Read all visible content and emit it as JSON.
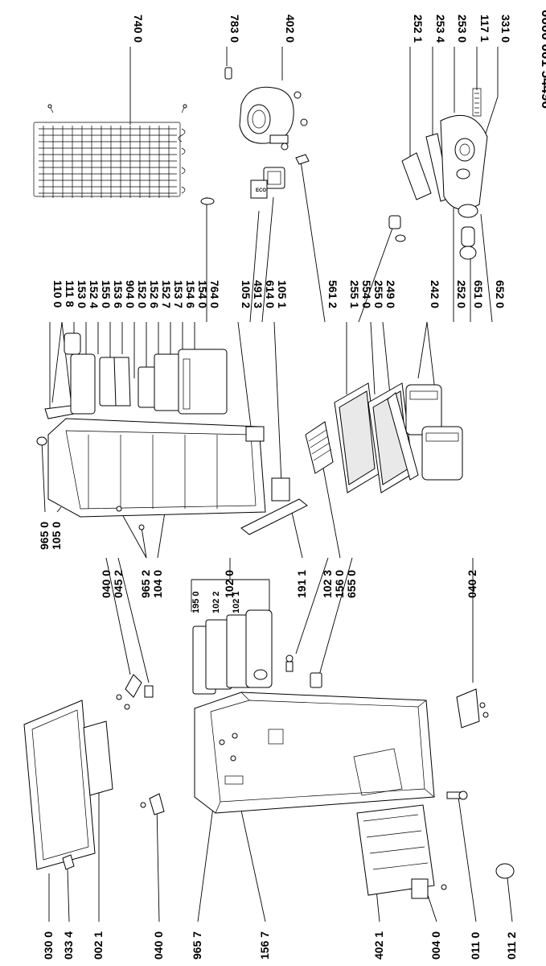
{
  "document_code": "0000 001 54496",
  "labels": {
    "l7400": "740 0",
    "l7830": "783 0",
    "l4020": "402 0",
    "l2521": "252 1",
    "l2534": "253 4",
    "l2530": "253 0",
    "l1171": "117 1",
    "l3310": "331 0",
    "l1100": "110 0",
    "l1118": "111 8",
    "l1530": "153 0",
    "l1524": "152 4",
    "l1550": "155 0",
    "l1536": "153 6",
    "l9040": "904 0",
    "l1520": "152 0",
    "l1526": "152 6",
    "l1527": "152 7",
    "l1537": "153 7",
    "l1546": "154 6",
    "l1540": "154 0",
    "l7640": "764 0",
    "l1052": "105 2",
    "l4913": "491 3",
    "l6140": "614 0",
    "l1051": "105 1",
    "l5612": "561 2",
    "l2551": "255 1",
    "l5540": "554 0",
    "l2550": "255 0",
    "l2490": "249 0",
    "l2420": "242 0",
    "l2520": "252 0",
    "l6510": "651 0",
    "l6520": "652 0",
    "l9650": "965 0",
    "l1050": "105 0",
    "l0400a": "040 0",
    "l0452": "045 2",
    "l9652": "965 2",
    "l1040": "104 0",
    "l1020": "102 0",
    "l1950": "195 0",
    "l1022": "102 2",
    "l1021": "102 1",
    "l1911": "191 1",
    "l1023": "102 3",
    "l1560": "156 0",
    "l6550": "655 0",
    "l0402": "040 2",
    "l0300": "030 0",
    "l0334": "033 4",
    "l0021": "002 1",
    "l0400b": "040 0",
    "l9657": "965 7",
    "l1567": "156 7",
    "l4021": "402 1",
    "l0040": "004 0",
    "l0110": "011 0",
    "l0112": "011 2"
  }
}
